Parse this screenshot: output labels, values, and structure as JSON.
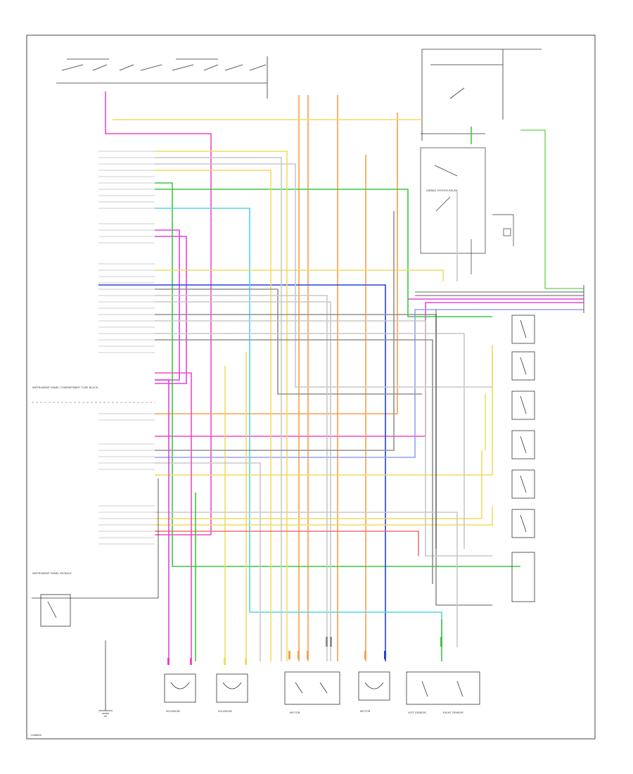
{
  "colors": {
    "orange": "#f5a04a",
    "pink": "#f048c8",
    "magenta": "#e040e0",
    "green": "#3cc840",
    "lightgreen": "#7cdc6a",
    "blue": "#2040e0",
    "lightblue": "#96a0f0",
    "cyan": "#50d8e0",
    "yellow": "#f0dc60",
    "red": "#f03030",
    "gray": "#909090",
    "lightgray": "#c8c8c8",
    "black": "#222222"
  },
  "diagram": {
    "footer_code": "G48690",
    "module_name": "INSTRUMENT PANEL COMPARTMENT FUSE BLOCK",
    "components": {
      "relay_block": "AIRBAG SYSTEM RELAY",
      "instrument": "INSTRUMENT PANEL MODULE",
      "solenoid_1": "SOLENOID",
      "solenoid_2": "SOLENOID",
      "motor_1": "MOTOR",
      "motor_2": "MOTOR",
      "left_sensor": "LEFT SENSOR",
      "right_sensor": "RIGHT SENSOR"
    }
  }
}
